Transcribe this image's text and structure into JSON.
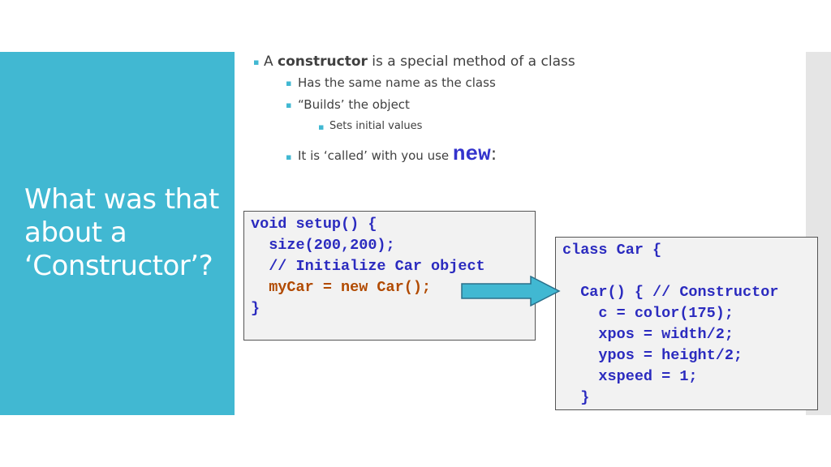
{
  "slide": {
    "title": "What was that about a ‘Constructor’?"
  },
  "bullets": {
    "b1_pre": "A ",
    "b1_bold": "constructor",
    "b1_post": " is a special method of a class",
    "b2": "Has the same name as the class",
    "b3": "“Builds’ the object",
    "b4": "Sets initial values",
    "b5_pre": "It is ‘called’ with you use ",
    "b5_kw": "new",
    "b5_post": ":"
  },
  "code_setup": {
    "lines": [
      "void setup() {",
      "  size(200,200);",
      "  // Initialize Car object",
      "  myCar = new Car();",
      "}"
    ],
    "highlight_line_index": 3,
    "highlight_color": "#b14a00",
    "text_color": "#2b2bbf"
  },
  "code_class": {
    "lines": [
      "class Car {",
      "",
      "  Car() { // Constructor",
      "    c = color(175);",
      "    xpos = width/2;",
      "    ypos = height/2;",
      "    xspeed = 1;",
      "  }"
    ]
  },
  "colors": {
    "accent": "#41b8d2",
    "arrow_fill": "#41b8d2",
    "arrow_stroke": "#2a6f8a"
  },
  "icons": {
    "arrow": "right-arrow-icon"
  }
}
